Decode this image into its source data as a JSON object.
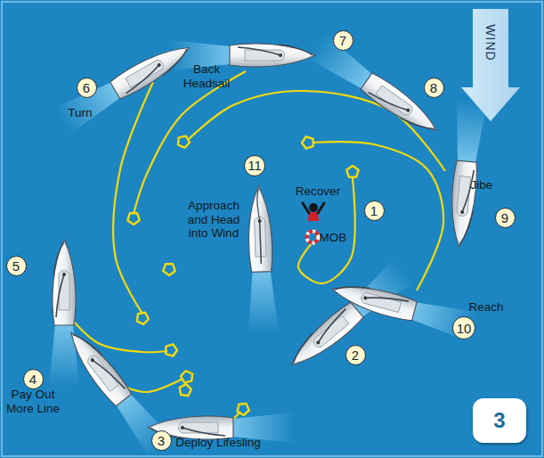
{
  "diagram": {
    "nodes": [
      {
        "text": [
          "1"
        ]
      },
      {
        "text": [
          "2"
        ]
      },
      {
        "text": [
          "3"
        ]
      },
      {
        "text": [
          "4"
        ]
      },
      {
        "text": [
          "5"
        ]
      },
      {
        "text": [
          "6"
        ]
      },
      {
        "text": [
          "7"
        ]
      },
      {
        "text": [
          "8"
        ]
      },
      {
        "text": [
          "9"
        ]
      },
      {
        "text": [
          "10"
        ]
      },
      {
        "text": [
          "11"
        ]
      },
      {
        "text": [
          "3"
        ]
      }
    ],
    "labels": [
      "MOB",
      "Deploy Lifesling",
      "Pay Out More Line",
      "Turn",
      "Back Headsail",
      "Jibe",
      "Reach",
      "Approach and Head into Wind",
      "Recover",
      "WIND"
    ]
  }
}
